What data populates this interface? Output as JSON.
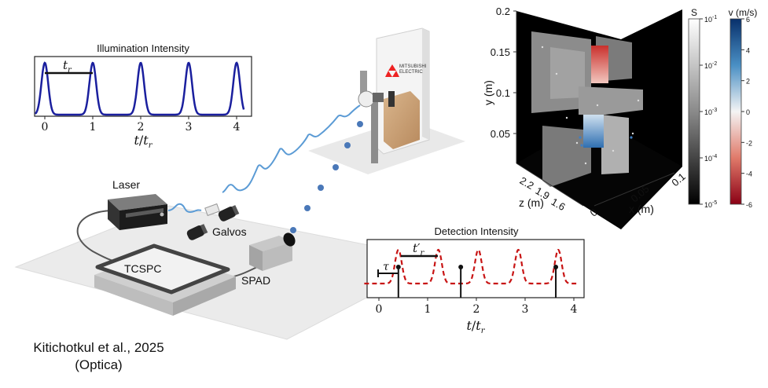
{
  "illumination": {
    "title": "Illumination Intensity",
    "period_label": "t",
    "period_sub": "r",
    "xlabel_t": "t",
    "xlabel_sep": "/",
    "xlabel_tr": "t",
    "xlabel_sub": "r",
    "ticks": [
      "0",
      "1",
      "2",
      "3",
      "4"
    ]
  },
  "detection": {
    "title": "Detection Intensity",
    "period_label": "t′",
    "period_sub": "r",
    "offset_label": "τ",
    "xlabel_t": "t",
    "xlabel_sep": "/",
    "xlabel_tr": "t",
    "xlabel_sub": "r",
    "ticks": [
      "0",
      "1",
      "2",
      "3",
      "4"
    ]
  },
  "setup": {
    "laser": "Laser",
    "galvos": "Galvos",
    "tcspc": "TCSPC",
    "spad": "SPAD",
    "brand_line1": "MITSUBISHI",
    "brand_line2": "ELECTRIC"
  },
  "plot3d": {
    "y_label": "y (m)",
    "z_label": "z (m)",
    "x_label": "x (m)",
    "y_ticks": [
      "0.2",
      "0.15",
      "0.1",
      "0.05"
    ],
    "z_ticks": [
      "2.2",
      "1.9",
      "1.6"
    ],
    "x_ticks": [
      "0",
      "0.05",
      "0.1"
    ],
    "s_label": "S",
    "s_ticks": [
      "10",
      "10",
      "10",
      "10",
      "10"
    ],
    "s_exps": [
      "-1",
      "-2",
      "-3",
      "-4",
      "-5"
    ],
    "v_label": "v (m/s)",
    "v_ticks": [
      "6",
      "4",
      "2",
      "0",
      "-2",
      "-4",
      "-6"
    ]
  },
  "citation": {
    "line1": "Kitichotkul et al., 2025",
    "line2": "(Optica)"
  },
  "colors": {
    "illum_curve": "#1a1f9e",
    "detect_curve": "#c81414",
    "photon": "#4a78b8",
    "wave": "#5b9bd5"
  }
}
